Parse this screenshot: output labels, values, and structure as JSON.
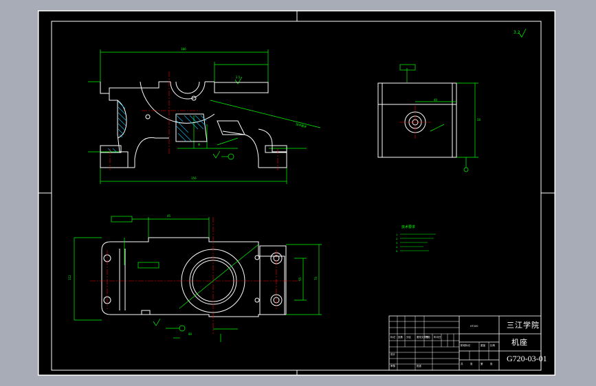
{
  "title_block": {
    "school": "三江学院",
    "part_name": "机座",
    "drawing_number": "G720-03-01"
  },
  "colors": {
    "sheet_background": "#000000",
    "outer_background": "#a7acb6",
    "border": "#ffffff",
    "geometry": "#ffffff",
    "dimension": "#00ff00",
    "center_line": "#ff0000",
    "hatch": "#00c8ff",
    "tolerance_frame": "#00ff00"
  },
  "views": [
    "front-section-view",
    "side-view",
    "top-view"
  ],
  "dimensions": {
    "front_overall_width": "186",
    "front_base_width": "156",
    "top_left_slot": "45",
    "side_hole": "40"
  },
  "technical_requirements": {
    "title": "技术要求",
    "items": [
      "1.",
      "2.",
      "3.",
      "4.",
      "5."
    ]
  },
  "roughness_symbol": "√"
}
